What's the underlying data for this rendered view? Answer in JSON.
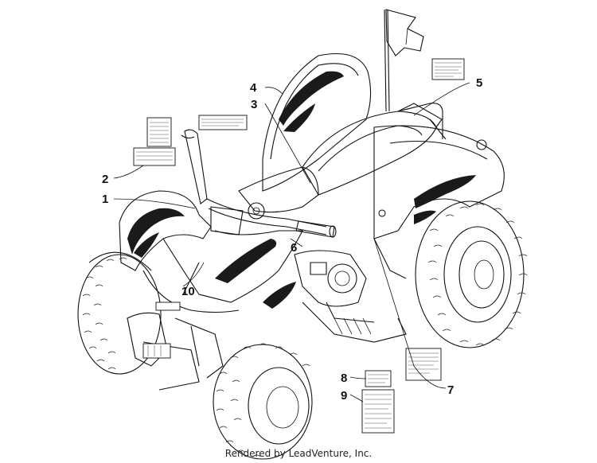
{
  "diagram": {
    "callouts": [
      {
        "id": "1",
        "text": "1"
      },
      {
        "id": "2",
        "text": "2"
      },
      {
        "id": "3",
        "text": "3"
      },
      {
        "id": "4",
        "text": "4"
      },
      {
        "id": "5",
        "text": "5"
      },
      {
        "id": "6",
        "text": "6"
      },
      {
        "id": "7",
        "text": "7"
      },
      {
        "id": "8",
        "text": "8"
      },
      {
        "id": "9",
        "text": "9"
      },
      {
        "id": "10",
        "text": "10"
      }
    ],
    "footer_text": "Rendered by LeadVenture, Inc."
  }
}
